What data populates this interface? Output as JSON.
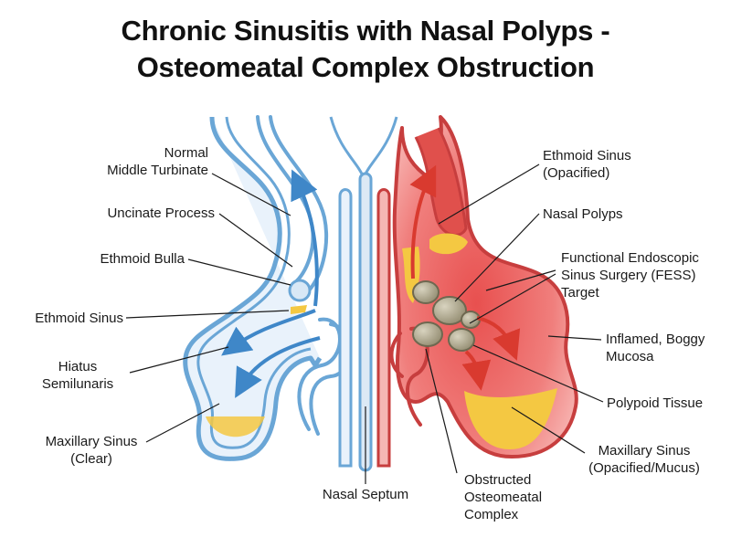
{
  "title": {
    "line1": "Chronic Sinusitis with Nasal Polyps -",
    "line2": "Osteomeatal Complex Obstruction"
  },
  "colors": {
    "normal_outline": "#6aa6d6",
    "normal_fill": "#e4f0fa",
    "inflamed_fill": "#ef7f7f",
    "inflamed_outline": "#c73e3e",
    "mucus": "#f4c842",
    "polyp": "#b8b29a",
    "arrow_normal": "#3f87c8",
    "arrow_inflamed": "#d93a2f"
  },
  "labels": {
    "normal_middle_turbinate": {
      "line1": "Normal",
      "line2": "Middle Turbinate"
    },
    "uncinate_process": "Uncinate Process",
    "ethmoid_bulla": "Ethmoid Bulla",
    "ethmoid_sinus": "Ethmoid Sinus",
    "hiatus_semilunaris": {
      "line1": "Hiatus",
      "line2": "Semilunaris"
    },
    "maxillary_sinus_clear": {
      "line1": "Maxillary Sinus",
      "line2": "(Clear)"
    },
    "nasal_septum": "Nasal Septum",
    "obstructed_omc": {
      "line1": "Obstructed",
      "line2": "Osteomeatal",
      "line3": "Complex"
    },
    "ethmoid_sinus_opacified": {
      "line1": "Ethmoid Sinus",
      "line2": "(Opacified)"
    },
    "nasal_polyps": "Nasal Polyps",
    "fess_target": {
      "line1": "Functional Endoscopic",
      "line2": "Sinus Surgery (FESS)",
      "line3": "Target"
    },
    "inflamed_mucosa": {
      "line1": "Inflamed, Boggy",
      "line2": "Mucosa"
    },
    "polypoid_tissue": "Polypoid Tissue",
    "maxillary_sinus_opacified": {
      "line1": "Maxillary Sinus",
      "line2": "(Opacified/Mucus)"
    }
  }
}
